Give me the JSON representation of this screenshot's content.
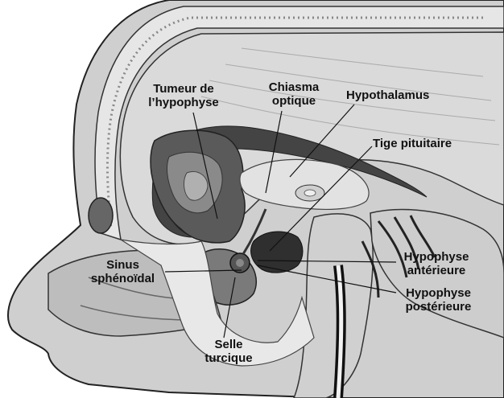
{
  "labels": {
    "tumeur": [
      "Tumeur de",
      "l’hypophyse"
    ],
    "chiasma": [
      "Chiasma",
      "optique"
    ],
    "hypothalamus": [
      "Hypothalamus"
    ],
    "tige": [
      "Tige pituitaire"
    ],
    "sinus": [
      "Sinus",
      "sphénoïdal"
    ],
    "hypo_ant": [
      "Hypophyse",
      "antérieure"
    ],
    "hypo_post": [
      "Hypophyse",
      "postérieure"
    ],
    "selle": [
      "Selle",
      "turcique"
    ]
  },
  "colors": {
    "skin": "#c9c9c9",
    "bone": "#e4e4e4",
    "brain": "#d7d7d7",
    "dark_tissue": "#3b3b3b",
    "tumor": "#8d8d8d",
    "outline": "#222222",
    "label_text": "#111111"
  }
}
